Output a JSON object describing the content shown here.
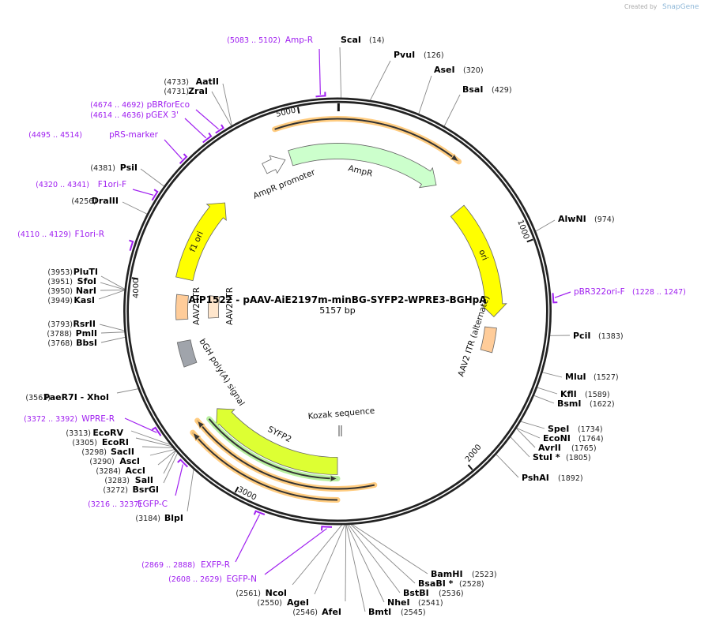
{
  "watermark": {
    "created_by": "Created by",
    "brand": "SnapGene"
  },
  "map": {
    "title": "AiP1522 - pAAV-AiE2197m-minBG-SYFP2-WPRE3-BGHpA",
    "length": "5157 bp",
    "total_bp": 5157,
    "ticks": [
      "1000",
      "2000",
      "3000",
      "4000",
      "5000"
    ]
  },
  "enzymes": [
    {
      "name": "ScaI",
      "site": "(14)"
    },
    {
      "name": "PvuI",
      "site": "(126)"
    },
    {
      "name": "AseI",
      "site": "(320)"
    },
    {
      "name": "BsaI",
      "site": "(429)"
    },
    {
      "name": "AlwNI",
      "site": "(974)"
    },
    {
      "name": "PciI",
      "site": "(1383)"
    },
    {
      "name": "MluI",
      "site": "(1527)"
    },
    {
      "name": "KflI",
      "site": "(1589)"
    },
    {
      "name": "BsmI",
      "site": "(1622)"
    },
    {
      "name": "SpeI",
      "site": "(1734)"
    },
    {
      "name": "EcoNI",
      "site": "(1764)"
    },
    {
      "name": "AvrII",
      "site": "(1765)"
    },
    {
      "name": "StuI *",
      "site": "(1805)"
    },
    {
      "name": "PshAI",
      "site": "(1892)"
    },
    {
      "name": "BamHI",
      "site": "(2523)"
    },
    {
      "name": "BsaBI *",
      "site": "(2528)"
    },
    {
      "name": "BstBI",
      "site": "(2536)"
    },
    {
      "name": "NheI",
      "site": "(2541)"
    },
    {
      "name": "BmtI",
      "site": "(2545)"
    },
    {
      "name": "AfeI",
      "site": "(2546)"
    },
    {
      "name": "AgeI",
      "site": "(2550)"
    },
    {
      "name": "NcoI",
      "site": "(2561)"
    },
    {
      "name": "BlpI",
      "site": "(3184)"
    },
    {
      "name": "BsrGI",
      "site": "(3272)"
    },
    {
      "name": "SalI",
      "site": "(3283)"
    },
    {
      "name": "AccI",
      "site": "(3284)"
    },
    {
      "name": "AscI",
      "site": "(3290)"
    },
    {
      "name": "SacII",
      "site": "(3298)"
    },
    {
      "name": "EcoRI",
      "site": "(3305)"
    },
    {
      "name": "EcoRV",
      "site": "(3313)"
    },
    {
      "name": "PaeR7I   - XhoI",
      "site": "(3563)"
    },
    {
      "name": "BbsI",
      "site": "(3768)"
    },
    {
      "name": "PmlI",
      "site": "(3788)"
    },
    {
      "name": "RsrII",
      "site": "(3793)"
    },
    {
      "name": "KasI",
      "site": "(3949)"
    },
    {
      "name": "NarI",
      "site": "(3950)"
    },
    {
      "name": "SfoI",
      "site": "(3951)"
    },
    {
      "name": "PluTI",
      "site": "(3953)"
    },
    {
      "name": "DraIII",
      "site": "(4256)"
    },
    {
      "name": "PsiI",
      "site": "(4381)"
    },
    {
      "name": "ZraI",
      "site": "(4731)"
    },
    {
      "name": "AatII",
      "site": "(4733)"
    }
  ],
  "primers": [
    {
      "name": "Amp-R",
      "range": "(5083 .. 5102)"
    },
    {
      "name": "pBRforEco",
      "range": "(4674 .. 4692)"
    },
    {
      "name": "pGEX 3'",
      "range": "(4614 .. 4636)"
    },
    {
      "name": "pRS-marker",
      "range": "(4495 .. 4514)"
    },
    {
      "name": "F1ori-F",
      "range": "(4320 .. 4341)"
    },
    {
      "name": "F1ori-R",
      "range": "(4110 .. 4129)"
    },
    {
      "name": "pBR322ori-F",
      "range": "(1228 .. 1247)"
    },
    {
      "name": "WPRE-R",
      "range": "(3372 .. 3392)"
    },
    {
      "name": "EGFP-C",
      "range": "(3216 .. 3237)"
    },
    {
      "name": "EXFP-R",
      "range": "(2869 .. 2888)"
    },
    {
      "name": "EGFP-N",
      "range": "(2608 .. 2629)"
    }
  ],
  "features": [
    {
      "label": "AmpR",
      "color": "#ccffcc"
    },
    {
      "label": "AmpR promoter",
      "color": "#ffffff"
    },
    {
      "label": "ori",
      "color": "#ffff00"
    },
    {
      "label": "f1 ori",
      "color": "#ffff00"
    },
    {
      "label": "AAV2 ITR",
      "color": "#ffcc99"
    },
    {
      "label": "AAV2 ITR",
      "color": "#ffe6cc"
    },
    {
      "label": "AAV2 ITR (alternate)",
      "color": "#ffcc99"
    },
    {
      "label": "bGH poly(A) signal",
      "color": "#a0a4ab"
    },
    {
      "label": "SYFP2",
      "color": "#ddff33"
    },
    {
      "label": "Kozak sequence",
      "color": "#555555"
    }
  ],
  "colors": {
    "primer": "#a020f0",
    "backbone": "#222222",
    "orf_halo": "#ffcc80",
    "green_halo": "#b8f0a0"
  }
}
